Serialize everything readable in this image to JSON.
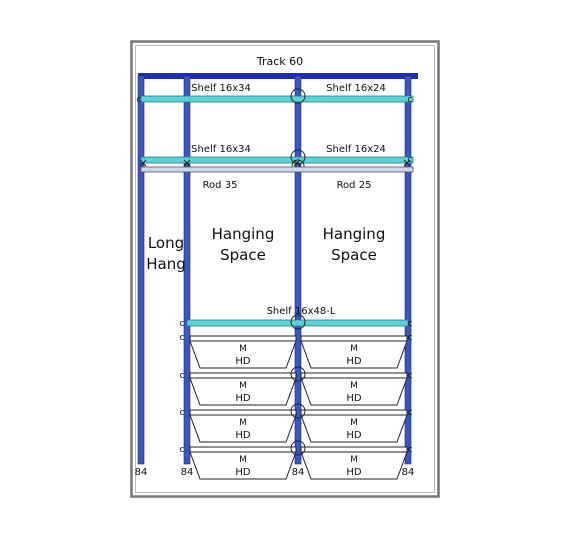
{
  "track_label": "Track 60",
  "shelves": {
    "top_left": "Shelf 16x34",
    "top_right": "Shelf 16x24",
    "mid_left": "Shelf 16x34",
    "mid_right": "Shelf 16x24",
    "bottom_wide": "Shelf 16x48-L"
  },
  "rods": {
    "left": "Rod 35",
    "right": "Rod 25"
  },
  "areas": {
    "long_hang_line1": "Long",
    "long_hang_line2": "Hang",
    "hanging_line1": "Hanging",
    "hanging_line2": "Space"
  },
  "drawer_labels": {
    "top": "M",
    "bottom": "HD"
  },
  "drawer_rows": 4,
  "standard_height_label": "84",
  "bracket_marker": "c",
  "colors": {
    "frame": "#777777",
    "standard": "#3a56c4",
    "track": "#1f2fa8",
    "shelf": "#5fd0d3",
    "shelf_edge": "#2a7f90",
    "rod": "#cdd9ea",
    "outline": "#222222"
  }
}
